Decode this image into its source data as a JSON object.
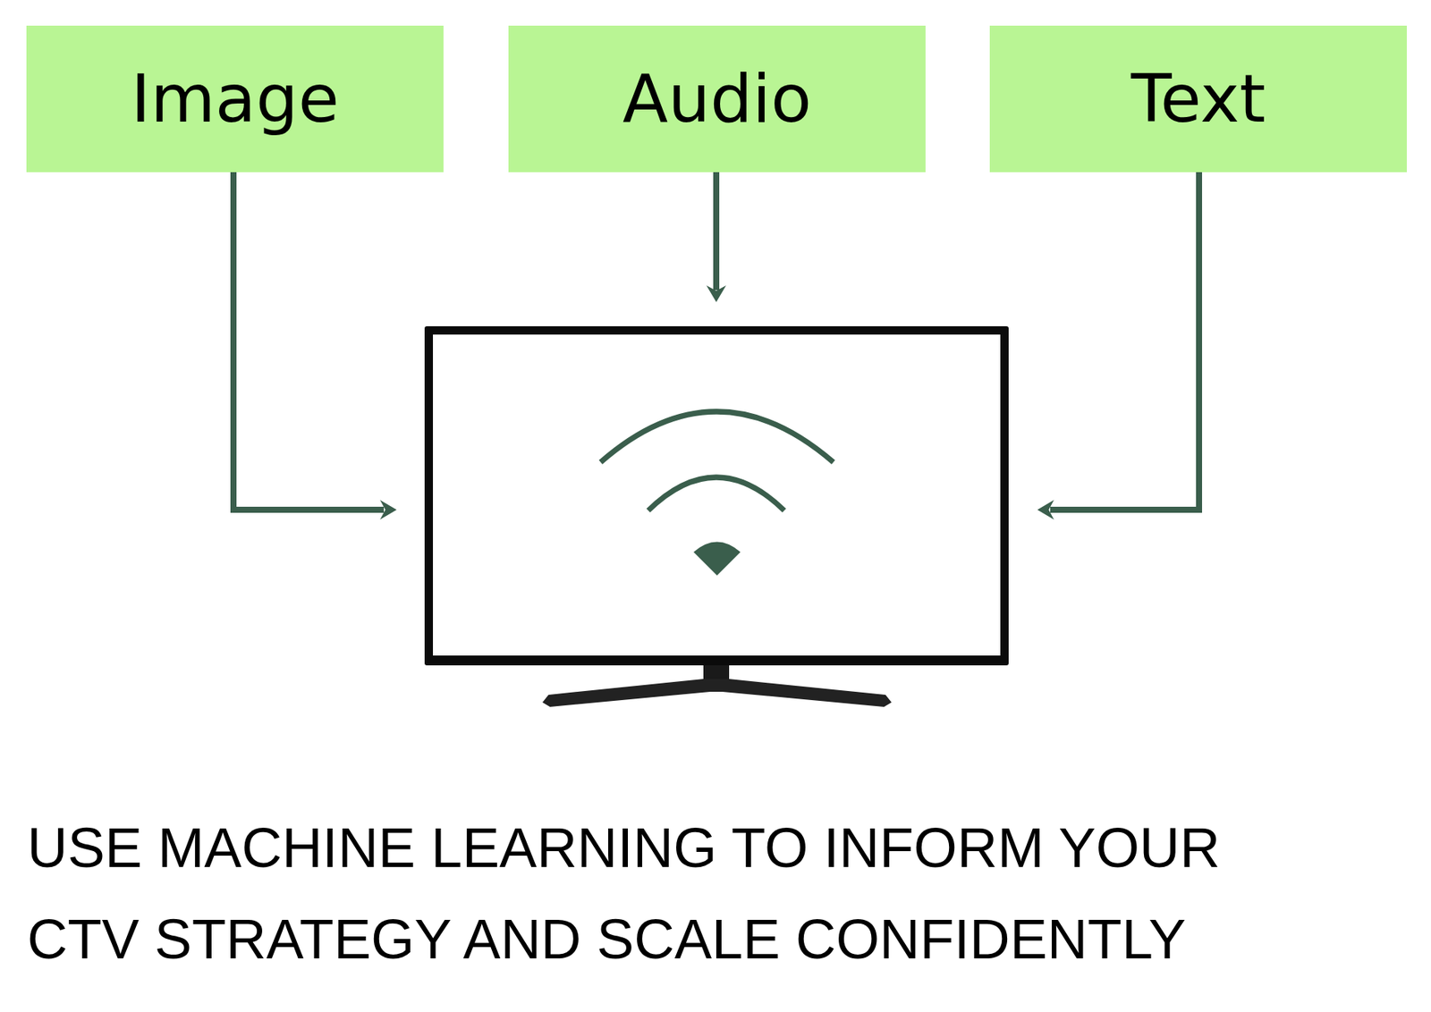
{
  "diagram": {
    "caption": "USE MACHINE LEARNING TO INFORM YOUR CTV STRATEGY AND SCALE CONFIDENTLY",
    "nodes": [
      {
        "text": [
          "Image"
        ]
      },
      {
        "text": [
          "Audio"
        ]
      },
      {
        "text": [
          "Text"
        ]
      }
    ]
  }
}
